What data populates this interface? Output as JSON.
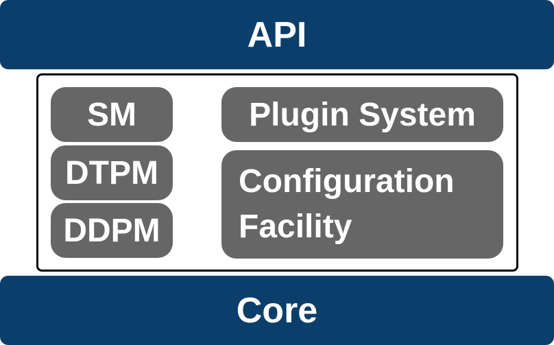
{
  "diagram": {
    "top_layer": "API",
    "bottom_layer": "Core",
    "left_modules": [
      "SM",
      "DTPM",
      "DDPM"
    ],
    "right_modules": {
      "plugin": "Plugin System",
      "config_line1": "Configuration",
      "config_line2": "Facility"
    }
  },
  "colors": {
    "layer": "#0b3e6b",
    "module": "#666666",
    "text": "#ffffff"
  }
}
